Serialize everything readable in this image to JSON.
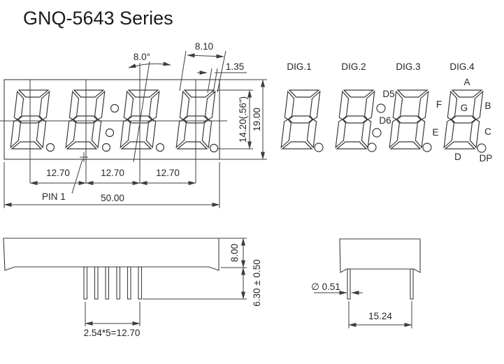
{
  "title": "GNQ-5643 Series",
  "colors": {
    "line": "#3d3d3d",
    "text": "#262626",
    "background": "#ffffff"
  },
  "front_view": {
    "dims": {
      "digit_slant_angle": "8.0°",
      "digit_top_width": "8.10",
      "segment_width": "1.35",
      "digit_height": "14.20(.56\")",
      "package_height": "19.00",
      "digit_pitch": [
        "12.70",
        "12.70",
        "12.70"
      ],
      "package_width": "50.00",
      "pin1_label": "PIN 1"
    }
  },
  "segment_view": {
    "digit_labels": [
      "DIG.1",
      "DIG.2",
      "DIG.3",
      "DIG.4"
    ],
    "colon_upper": "D5",
    "colon_lower": "D6",
    "segments": {
      "a": "A",
      "b": "B",
      "c": "C",
      "d": "D",
      "e": "E",
      "f": "F",
      "g": "G",
      "dp": "DP"
    }
  },
  "side_view": {
    "body_height": "8.00",
    "pin_length": "6.30 ± 0.50",
    "pin_pitch": "2.54*5=12.70"
  },
  "end_view": {
    "pin_diameter": "∅ 0.51",
    "pin_row_spacing": "15.24"
  }
}
